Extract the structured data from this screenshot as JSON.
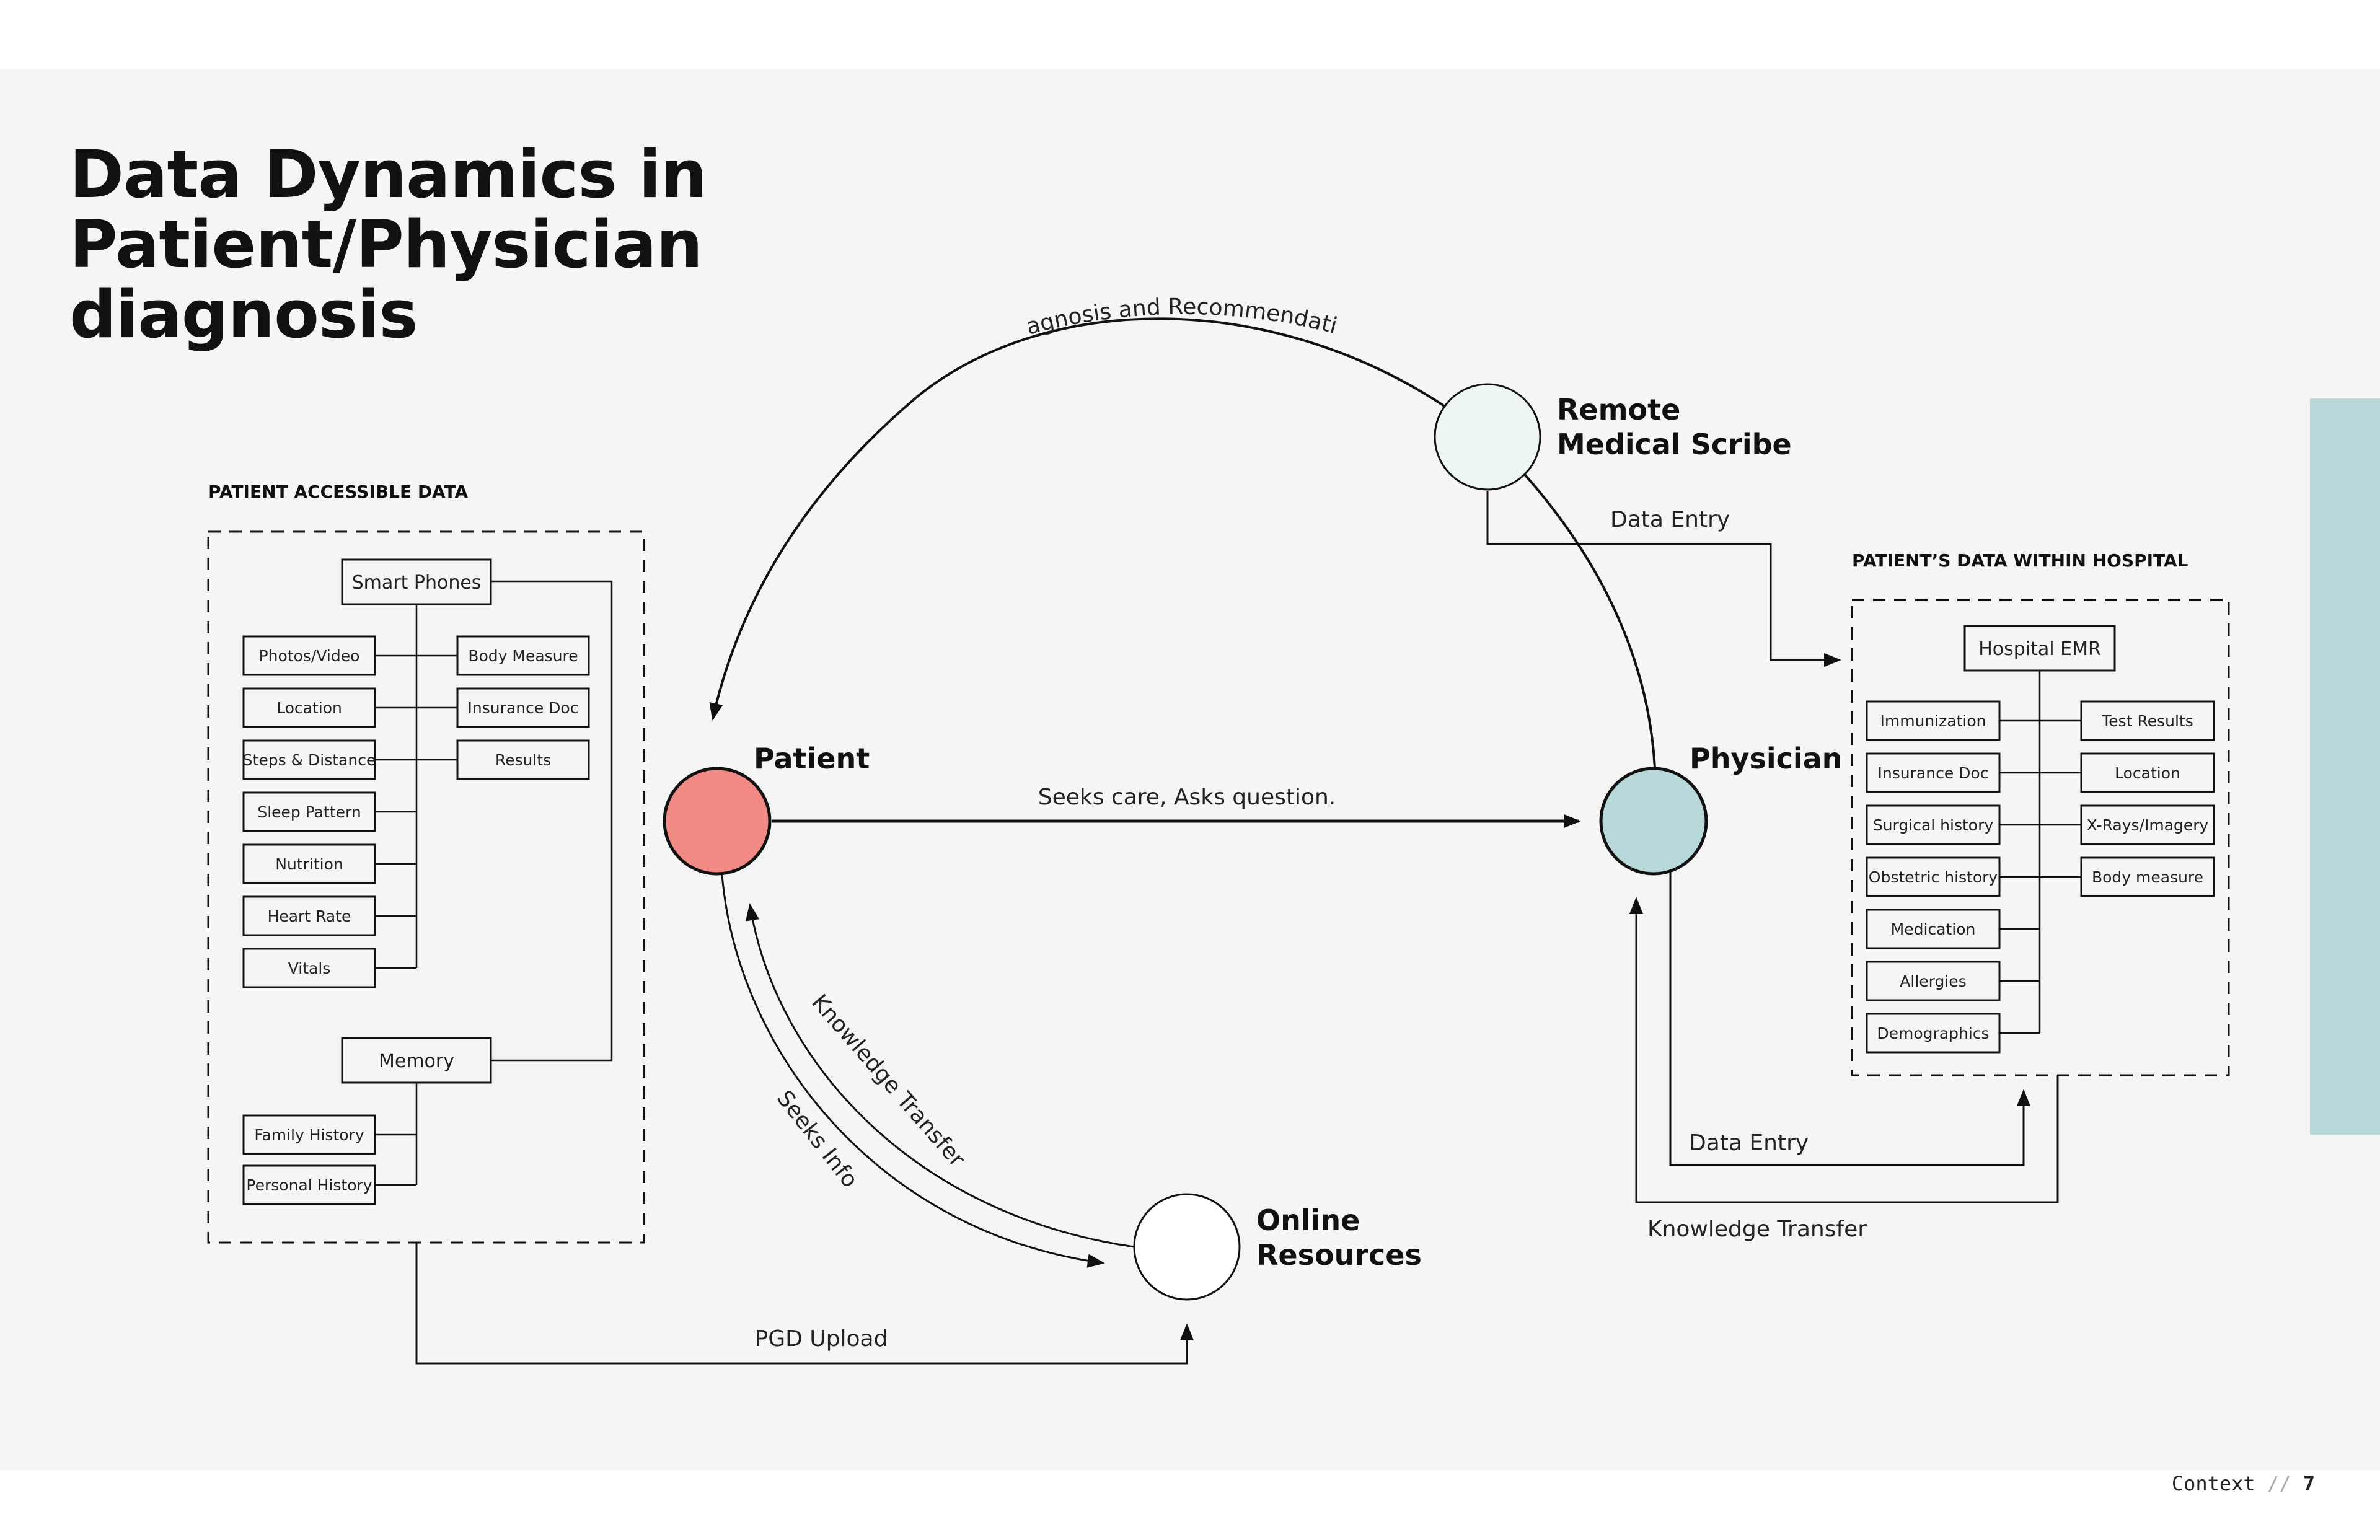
{
  "title": {
    "line1": "Data Dynamics in",
    "line2": "Patient/Physician",
    "line3": "diagnosis"
  },
  "nodes": {
    "patient": {
      "label": "Patient",
      "color": "#f28a86"
    },
    "physician": {
      "label": "Physician",
      "color": "#b8d8d9"
    },
    "scribe": {
      "line1": "Remote",
      "line2": "Medical Scribe",
      "color": "#eef5f5"
    },
    "online": {
      "line1": "Online",
      "line2": "Resources",
      "color": "#ffffff"
    }
  },
  "flows": {
    "diagnosis": "Diagnosis and Recommendation",
    "seeks_care": "Seeks care, Asks question.",
    "knowledge_transfer_online": "Knowledge Transfer",
    "seeks_info": "Seeks Info",
    "pgd_upload": "PGD Upload",
    "data_entry_scribe": "Data Entry",
    "data_entry_physician": "Data Entry",
    "knowledge_transfer_hospital": "Knowledge Transfer"
  },
  "patient_data": {
    "heading": "PATIENT ACCESSIBLE DATA",
    "smartphones": "Smart Phones",
    "left_items": [
      "Photos/Video",
      "Location",
      "Steps & Distance",
      "Sleep Pattern",
      "Nutrition",
      "Heart Rate",
      "Vitals"
    ],
    "right_items": [
      "Body Measure",
      "Insurance Doc",
      "Results"
    ],
    "memory": "Memory",
    "memory_items": [
      "Family History",
      "Personal History"
    ]
  },
  "hospital_data": {
    "heading": "PATIENT’S DATA WITHIN HOSPITAL",
    "emr": "Hospital EMR",
    "left_items": [
      "Immunization",
      "Insurance Doc",
      "Surgical history",
      "Obstetric history",
      "Medication",
      "Allergies",
      "Demographics"
    ],
    "right_items": [
      "Test Results",
      "Location",
      "X-Rays/Imagery",
      "Body measure"
    ]
  },
  "footer": {
    "section": "Context",
    "separator": "//",
    "page": "7"
  }
}
